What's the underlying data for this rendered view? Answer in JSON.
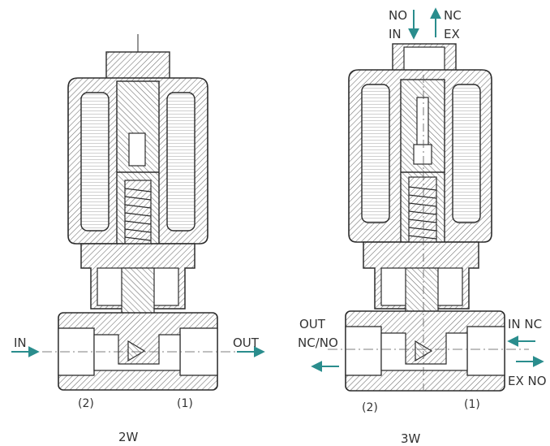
{
  "colors": {
    "outline": "#2b2b2b",
    "hatch": "#6a6a6a",
    "arrow": "#2a8d8d",
    "text": "#333333",
    "background": "#ffffff"
  },
  "left_valve": {
    "caption": "2W",
    "inlet_label": "IN",
    "outlet_label": "OUT",
    "port_2_label": "(2)",
    "port_1_label": "(1)"
  },
  "right_valve": {
    "caption": "3W",
    "top_left_label_1": "NO",
    "top_left_label_2": "IN",
    "top_right_label_1": "NC",
    "top_right_label_2": "EX",
    "left_label_1": "OUT",
    "left_label_2": "NC/NO",
    "right_label_1": "IN NC",
    "right_label_2": "EX NO",
    "port_2_label": "(2)",
    "port_1_label": "(1)"
  }
}
